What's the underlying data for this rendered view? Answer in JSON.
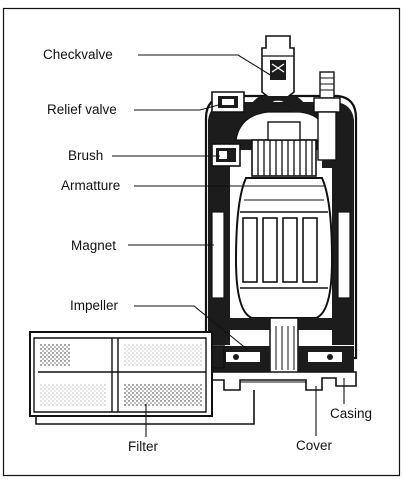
{
  "diagram": {
    "labels": {
      "check_valve": "Checkvalve",
      "relief_valve": "Relief valve",
      "brush": "Brush",
      "armature": "Armatture",
      "magnet": "Magnet",
      "impeller": "Impeller",
      "casing": "Casing",
      "filter": "Filter",
      "cover": "Cover"
    },
    "colors": {
      "background": "#ffffff",
      "ink": "#111111",
      "hatch": "#1c1c1c"
    }
  }
}
